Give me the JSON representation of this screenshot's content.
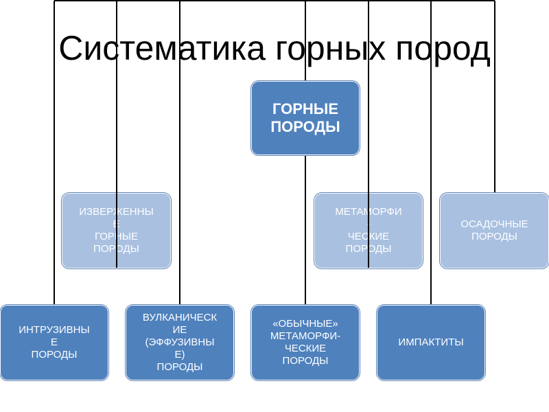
{
  "title": "Систематика горных пород",
  "nodes": {
    "root": "ГОРНЫЕ\nПОРОДЫ",
    "igneous": "ИЗВЕРЖЕННЫ\nЕ\nГОРНЫЕ\nПОРОДЫ",
    "metamorphic": "МЕТАМОРФИ\n-\nЧЕСКИЕ\nПОРОДЫ",
    "sedimentary": "ОСАДОЧНЫЕ\nПОРОДЫ",
    "intrusive": "ИНТРУЗИВНЫ\nЕ\nПОРОДЫ",
    "volcanic": "ВУЛКАНИЧЕСК\nИЕ\n(ЭФФУЗИВНЫ\nЕ)\nПОРОДЫ",
    "ordinary_metamorphic": "«ОБЫЧНЫЕ»\nМЕТАМОРФИ-\nЧЕСКИЕ\nПОРОДЫ",
    "impactites": "ИМПАКТИТЫ"
  },
  "colors": {
    "dark_box": "#4f81bd",
    "light_box": "#a9c0e0",
    "box_text": "#ffffff",
    "connector": "#000000"
  }
}
